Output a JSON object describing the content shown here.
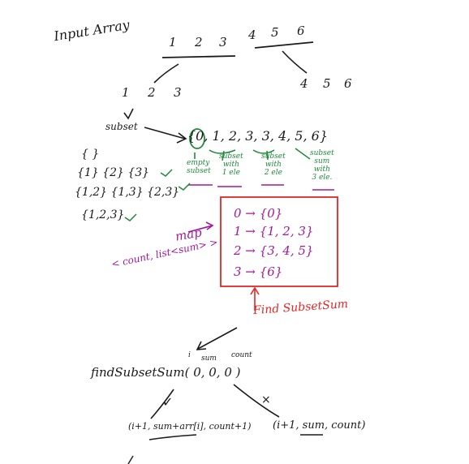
{
  "colors": {
    "ink": "#1a1a1a",
    "green": "#1f8a3a",
    "purple": "#a0199c",
    "red": "#e32626"
  },
  "title": "Input Array",
  "input_array": [
    "1",
    "2",
    "3",
    "4",
    "5",
    "6"
  ],
  "left_half": [
    "1",
    "2",
    "3"
  ],
  "right_half": [
    "4",
    "5",
    "6"
  ],
  "subset_label": "subset",
  "subset_sums": "{0, 1, 2, 3, 3, 4, 5, 6}",
  "annotations": {
    "empty_subset": [
      "empty",
      "subset"
    ],
    "one_ele": [
      "subset",
      "with",
      "1 ele"
    ],
    "two_ele": [
      "subset",
      "with",
      "2 ele"
    ],
    "three_ele": [
      "subset",
      "sum",
      "with",
      "3 ele."
    ]
  },
  "subsets": {
    "row1": "{ }",
    "row2": "{1} {2} {3}",
    "row3": "{1,2} {1,3} {2,3}",
    "row4": "{1,2,3}"
  },
  "map_label": "map",
  "map_type": "< count, list<sum> >",
  "map_rows": [
    "0 → {0}",
    "1 → {1, 2, 3}",
    "2 → {3, 4, 5}",
    "3 → {6}"
  ],
  "find_label": "Find SubsetSum",
  "call": {
    "params": [
      "i",
      "sum",
      "count"
    ],
    "text": "findSubsetSum( 0,   0,    0 )"
  },
  "branches": {
    "take_mark": "✓",
    "skip_mark": "×",
    "left_call": "(i+1, sum+arr[i], count+1)",
    "right_call": "(i+1, sum, count)"
  }
}
